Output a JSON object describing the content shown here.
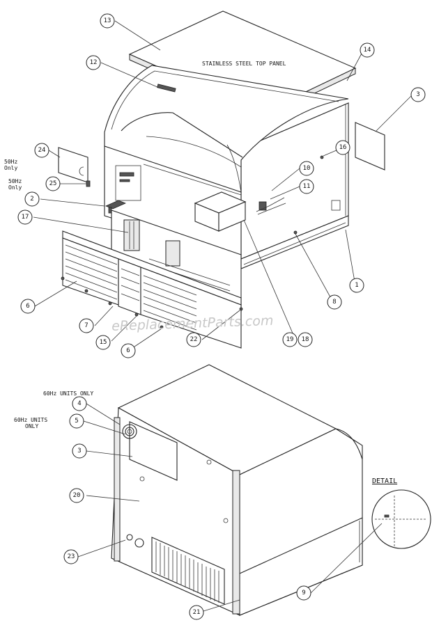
{
  "labels": {
    "top_panel": "STAINLESS STEEL TOP PANEL",
    "hz50_a_line1": "50Hz",
    "hz50_a_line2": "Only",
    "hz50_b_line1": "50Hz",
    "hz50_b_line2": "Only",
    "hz60_a": "60Hz UNITS ONLY",
    "hz60_b_line1": "60Hz UNITS",
    "hz60_b_line2": "ONLY",
    "detail": "DETAIL",
    "watermark": "eReplacementParts.com"
  },
  "callouts": {
    "c13": "13",
    "c12": "12",
    "c14": "14",
    "c3a": "3",
    "c16": "16",
    "c24": "24",
    "c25": "25",
    "c10": "10",
    "c11": "11",
    "c2": "2",
    "c17": "17",
    "c1": "1",
    "c6a": "6",
    "c8": "8",
    "c7": "7",
    "c15": "15",
    "c6b": "6",
    "c22": "22",
    "c19": "19",
    "c18": "18",
    "c4": "4",
    "c5": "5",
    "c3b": "3",
    "c20": "20",
    "c23": "23",
    "c9": "9",
    "c21": "21"
  }
}
